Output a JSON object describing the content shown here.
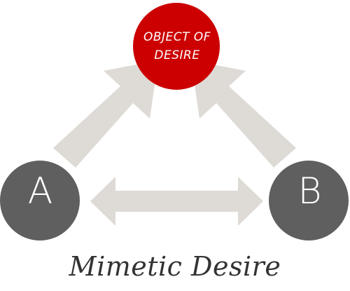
{
  "title": "Mimetic Desire",
  "nodes": {
    "object": {
      "line1": "OBJECT OF",
      "line2": "DESIRE",
      "color": "#cc0000"
    },
    "a": {
      "label": "A",
      "color": "#5f5f5f"
    },
    "b": {
      "label": "B",
      "color": "#5f5f5f"
    }
  },
  "arrow_color": "#dedad5"
}
